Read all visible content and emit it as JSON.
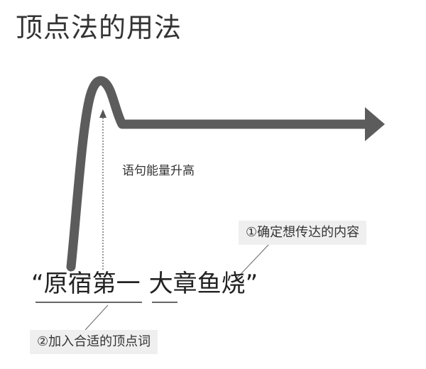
{
  "title": "顶点法的用法",
  "energy_label": "语句能量升高",
  "callout_1": "①确定想传达的内容",
  "callout_2": "②加入合适的顶点词",
  "phrase": {
    "open_quote": "“",
    "left_word": "原宿第一",
    "right_word": "大章鱼烧",
    "close_quote": "”"
  },
  "colors": {
    "curve": "#5c5c5c",
    "callout_bg": "#efefef",
    "text": "#333333"
  }
}
